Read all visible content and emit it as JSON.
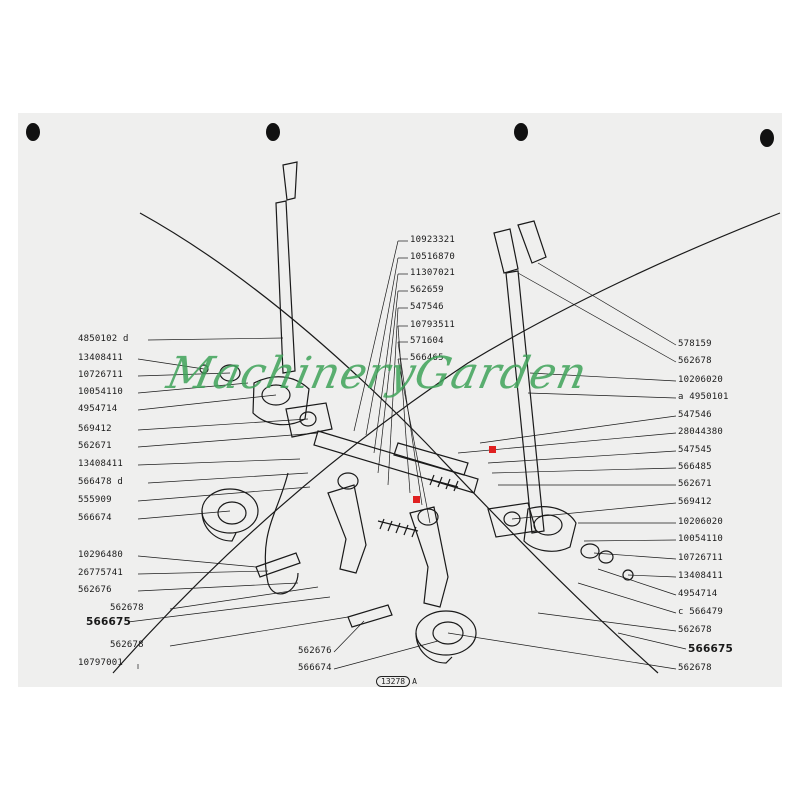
{
  "watermark": "MachineryGarden",
  "plate": {
    "number": "13278",
    "suffix": "A"
  },
  "colors": {
    "paper": "#efefee",
    "ink": "#1a1a1a",
    "watermark": "#3fa35a",
    "marker": "#e02020"
  },
  "left_labels": [
    "4850102",
    "13408411",
    "10726711",
    "10054110",
    "4954714",
    "569412",
    "562671",
    "13408411",
    "566478",
    "555909",
    "566674",
    "10296480",
    "26775741",
    "562676",
    "562678",
    "566675",
    "562678",
    "10797001"
  ],
  "left_suffix": {
    "0": "d",
    "8": "d"
  },
  "center_labels": [
    "10923321",
    "10516870",
    "11307021",
    "562659",
    "547546",
    "10793511",
    "571604",
    "566465"
  ],
  "bottom_labels": [
    "562676",
    "566674"
  ],
  "right_labels": [
    "578159",
    "562678",
    "10206020",
    "4950101",
    "547546",
    "28044380",
    "547545",
    "566485",
    "562671",
    "569412",
    "10206020",
    "10054110",
    "10726711",
    "13408411",
    "4954714",
    "566479",
    "562678",
    "566675",
    "562678"
  ],
  "right_prefix": {
    "3": "a",
    "15": "c"
  }
}
